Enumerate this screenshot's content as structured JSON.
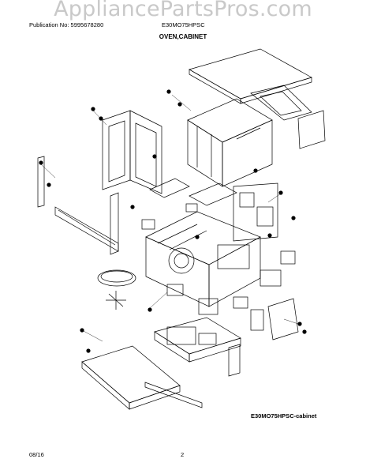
{
  "watermark": "AppliancePartsPros.com",
  "header": {
    "publication": "Publication No: 5995678280",
    "model": "E30MO75HPSC",
    "section_title": "OVEN,CABINET"
  },
  "diagram": {
    "figure_label": "E30MO75HPSC-cabinet"
  },
  "footer": {
    "date": "08/16",
    "page": "2"
  }
}
